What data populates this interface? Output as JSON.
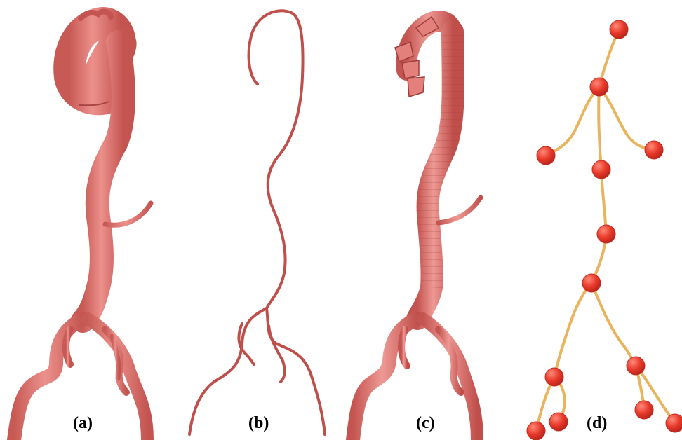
{
  "panels": [
    {
      "label": "(a)"
    },
    {
      "label": "(b)"
    },
    {
      "label": "(c)"
    },
    {
      "label": "(d)"
    }
  ],
  "colors": {
    "vessel_fill": "#d96b66",
    "vessel_stroke": "#b24a46",
    "vessel_highlight": "#ee9994",
    "centerline": "#bf4f4a",
    "tree_edge": "#e9b45e",
    "tree_node": "#e8392a",
    "background": "#ffffff"
  }
}
